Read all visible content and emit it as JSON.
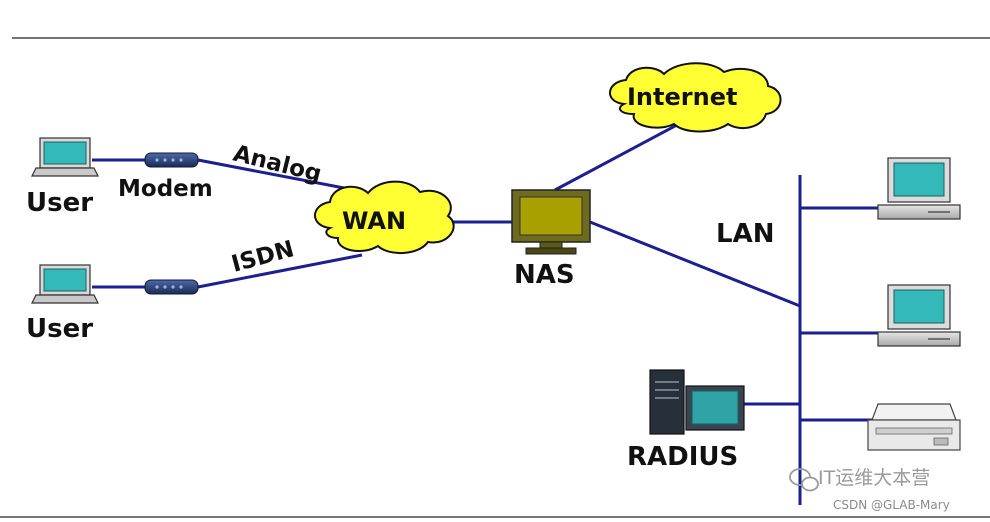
{
  "diagram": {
    "labels": {
      "user_top": "User",
      "user_bottom": "User",
      "modem": "Modem",
      "analog": "Analog",
      "isdn": "ISDN",
      "wan": "WAN",
      "internet": "Internet",
      "nas": "NAS",
      "lan": "LAN",
      "radius": "RADIUS"
    },
    "icons": [
      "laptop-icon",
      "modem-icon",
      "cloud-icon",
      "nas-monitor-icon",
      "desktop-computer-icon",
      "server-tower-icon",
      "printer-icon"
    ],
    "colors": {
      "link": "#1b1f8f",
      "cloud_fill": "#ffff33",
      "screen": "#33b9b9",
      "nas_screen": "#a8a000"
    }
  },
  "watermark": {
    "brand": "IT运维大本营",
    "credit": "CSDN @GLAB-Mary"
  }
}
